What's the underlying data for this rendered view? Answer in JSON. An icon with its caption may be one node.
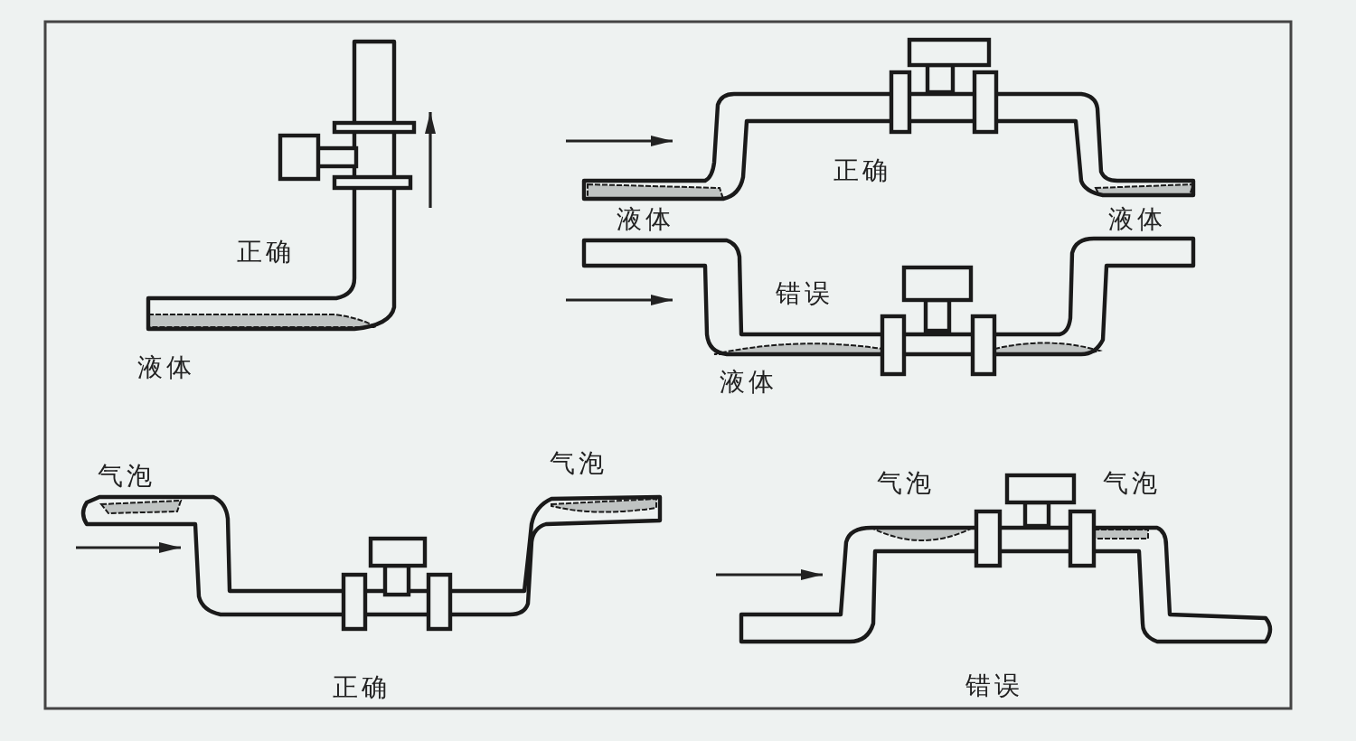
{
  "diagram": {
    "labels": [
      "正确",
      "液体",
      "正确",
      "液体",
      "液体",
      "错误",
      "液体",
      "气泡",
      "气泡",
      "正确",
      "气泡",
      "气泡",
      "错误"
    ]
  }
}
